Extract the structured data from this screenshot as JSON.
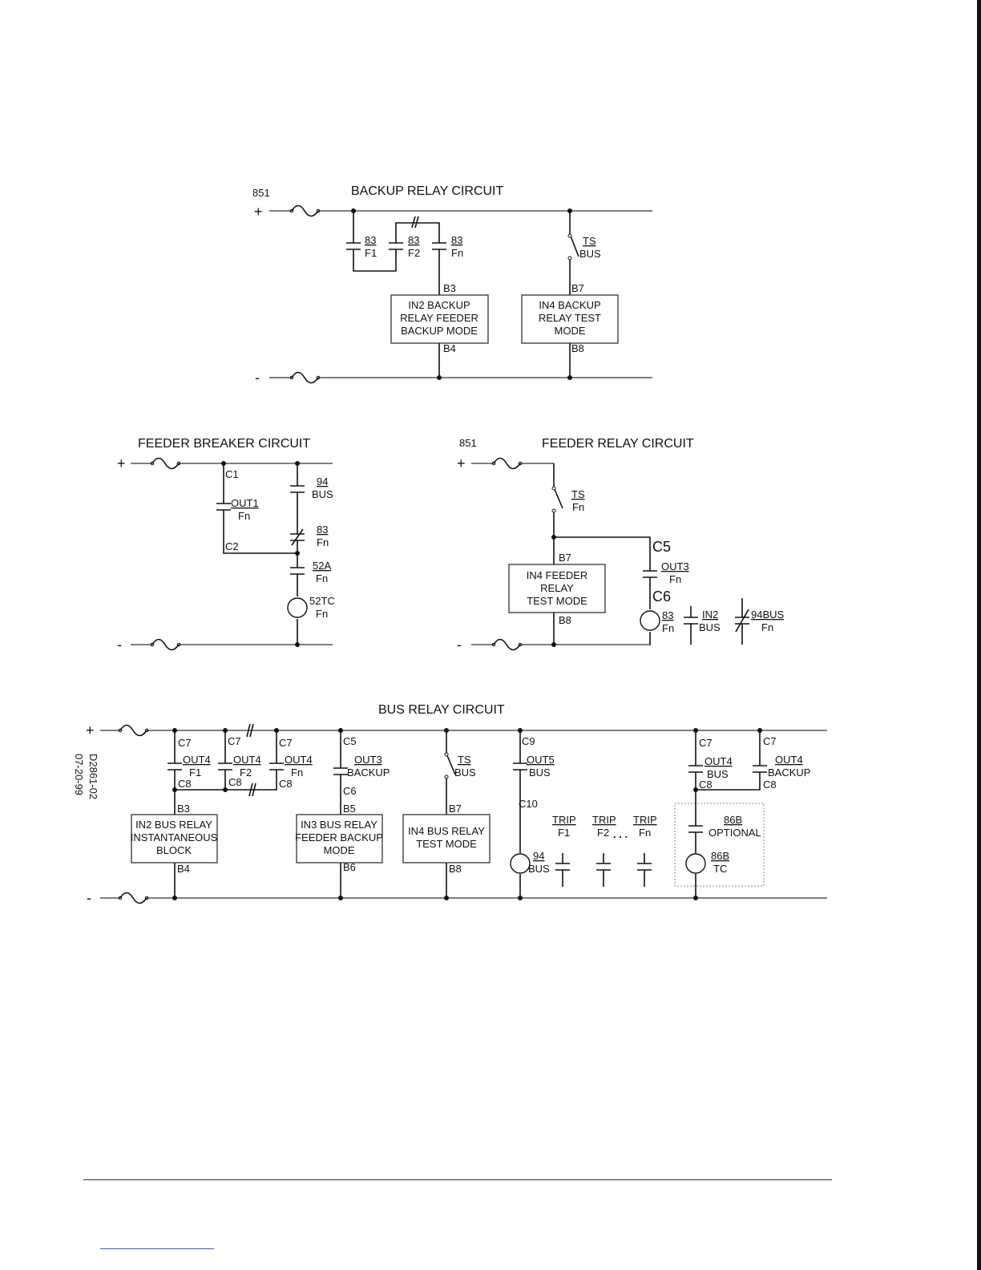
{
  "backup": {
    "title": "BACKUP RELAY CIRCUIT",
    "label_851": "851",
    "plus": "+",
    "minus": "-",
    "c1_top": "83",
    "c1_bot": "F1",
    "c2_top": "83",
    "c2_bot": "F2",
    "c3_top": "83",
    "c3_bot": "Fn",
    "ts_top": "TS",
    "ts_bot": "BUS",
    "b3": "B3",
    "b4": "B4",
    "b7": "B7",
    "b8": "B8",
    "box1": [
      "IN2 BACKUP",
      "RELAY FEEDER",
      "BACKUP MODE"
    ],
    "box2": [
      "IN4 BACKUP",
      "RELAY TEST",
      "MODE"
    ]
  },
  "feeder_breaker": {
    "title": "FEEDER BREAKER CIRCUIT",
    "plus": "+",
    "minus": "-",
    "c1": "C1",
    "c2": "C2",
    "out1_top": "OUT1",
    "out1_bot": "Fn",
    "c94_top": "94",
    "c94_bot": "BUS",
    "c83_top": "83",
    "c83_bot": "Fn",
    "c52a_top": "52A",
    "c52a_bot": "Fn",
    "coil_top": "52TC",
    "coil_bot": "Fn"
  },
  "feeder_relay": {
    "title": "FEEDER RELAY CIRCUIT",
    "label_851": "851",
    "plus": "+",
    "minus": "-",
    "ts_top": "TS",
    "ts_bot": "Fn",
    "b7": "B7",
    "b8": "B8",
    "c5": "C5",
    "c6": "C6",
    "box": [
      "IN4 FEEDER",
      "RELAY",
      "TEST MODE"
    ],
    "out3_top": "OUT3",
    "out3_bot": "Fn",
    "coil_top": "83",
    "coil_bot": "Fn",
    "in2_top": "IN2",
    "in2_bot": "BUS",
    "c94bus_top": "94BUS",
    "c94bus_bot": "Fn"
  },
  "bus_relay": {
    "title": "BUS RELAY CIRCUIT",
    "plus": "+",
    "minus": "-",
    "drawing_no": "D2861-02",
    "date": "07-20-99",
    "c7a": "C7",
    "c7b": "C7",
    "c7c": "C7",
    "c8a": "C8",
    "c8b": "C8",
    "c8c": "C8",
    "out4a_top": "OUT4",
    "out4a_bot": "F1",
    "out4b_top": "OUT4",
    "out4b_bot": "F2",
    "out4c_top": "OUT4",
    "out4c_bot": "Fn",
    "b3": "B3",
    "b4": "B4",
    "box1": [
      "IN2 BUS RELAY",
      "INSTANTANEOUS",
      "BLOCK"
    ],
    "c5": "C5",
    "c6": "C6",
    "out3_top": "OUT3",
    "out3_bot": "BACKUP",
    "b5": "B5",
    "b6": "B6",
    "box2": [
      "IN3 BUS RELAY",
      "FEEDER BACKUP",
      "MODE"
    ],
    "ts_top": "TS",
    "ts_bot": "BUS",
    "b7": "B7",
    "b8": "B8",
    "box3": [
      "IN4 BUS RELAY",
      "TEST MODE"
    ],
    "c9": "C9",
    "c10": "C10",
    "out5_top": "OUT5",
    "out5_bot": "BUS",
    "coil94_top": "94",
    "coil94_bot": "BUS",
    "trip1_top": "TRIP",
    "trip1_bot": "F1",
    "trip2_top": "TRIP",
    "trip2_bot": "F2",
    "trip3_top": "TRIP",
    "trip3_bot": "Fn",
    "dots": ". . .",
    "c7d": "C7",
    "c8d": "C8",
    "out4d_top": "OUT4",
    "out4d_bot": "BUS",
    "c7e": "C7",
    "c8e": "C8",
    "out4e_top": "OUT4",
    "out4e_bot": "BACKUP",
    "opt_top": "86B",
    "opt_bot": "OPTIONAL",
    "coil86_top": "86B",
    "coil86_bot": "TC"
  }
}
